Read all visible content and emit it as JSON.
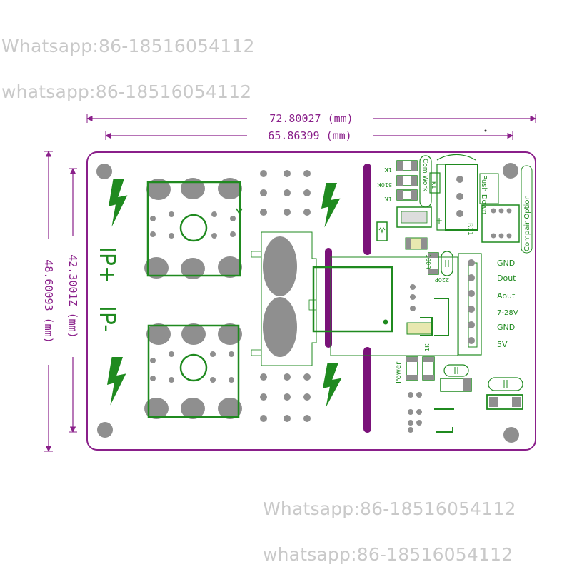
{
  "watermarks": {
    "top_1": "Whatsapp:86-18516054112",
    "top_2": "whatsapp:86-18516054112",
    "bottom_1": "Whatsapp:86-18516054112",
    "bottom_2": "whatsapp:86-18516054112"
  },
  "dimensions": {
    "width_outer": "72.80027 (mm)",
    "width_inner": "65.86399 (mm)",
    "height_outer": "48.60093 (mm)",
    "height_inner": "42.3001Z (mm)"
  },
  "board_labels": {
    "ip_plus": "IP+",
    "ip_minus": "IP-",
    "res_1k_top": "1K",
    "res_510k": "510K",
    "res_1k_mid": "1K",
    "com_work": "Com Work",
    "k1": "K1",
    "r11": "R11",
    "push_down": "Push Down",
    "compair_option": "Compair Option",
    "res_100r": "100R",
    "cap_220p": "220P",
    "power": "Power",
    "res_1k_bottom": "1K",
    "plus_sign": "+"
  },
  "pins": [
    "GND",
    "Dout",
    "Aout",
    "7-28V",
    "GND",
    "5V"
  ],
  "colors": {
    "outline": "#8a1f8a",
    "copper": "#1f8a1f",
    "pad": "#8f8f8f",
    "bar": "#7a1279",
    "watermark": "#c9c9c9"
  }
}
